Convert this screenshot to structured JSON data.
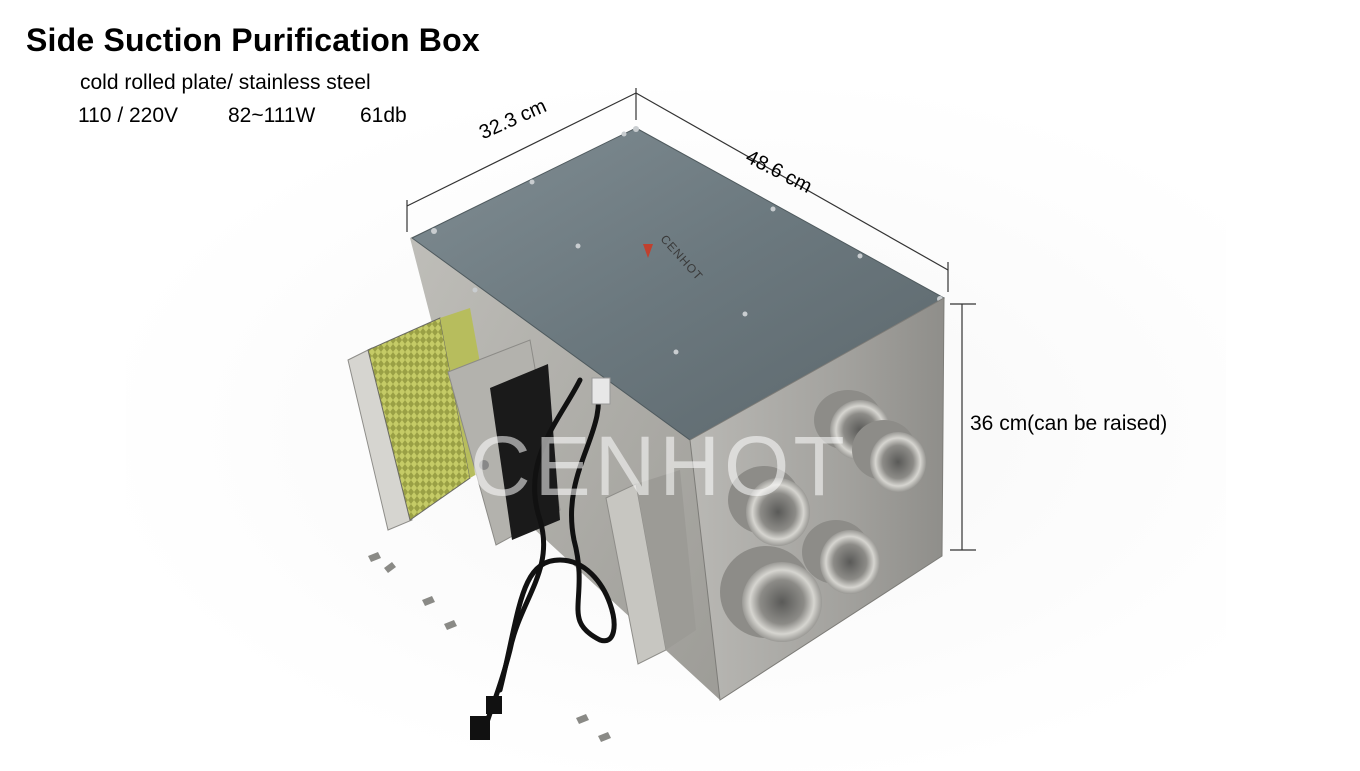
{
  "title": "Side Suction Purification Box",
  "specs": {
    "material": "cold rolled plate/ stainless steel",
    "voltage": "110 / 220V",
    "power": "82~111W",
    "noise": "61db"
  },
  "dimensions": {
    "width": "32.3 cm",
    "depth": "48.6 cm",
    "height": "36 cm(can be raised)"
  },
  "watermark": "CENHOT",
  "brand_on_lid": "CENHOT",
  "colors": {
    "steel_top": "#6f7c82",
    "steel_side": "#a8a7a3",
    "filter_yellow": "#c9cf6a",
    "cable": "#111111"
  }
}
